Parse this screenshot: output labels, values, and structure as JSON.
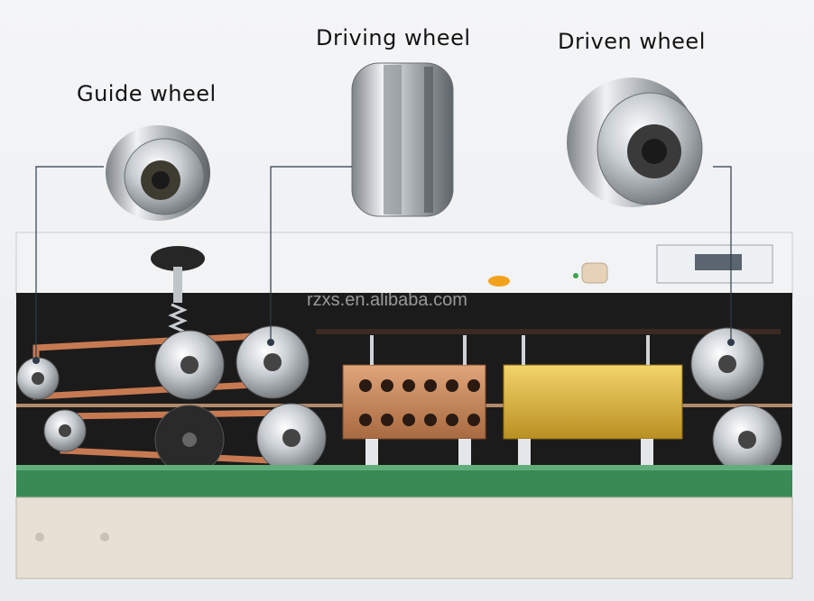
{
  "labels": {
    "guide": "Guide wheel",
    "driving": "Driving wheel",
    "driven": "Driven wheel"
  },
  "watermark": "rzxs.en.alibaba.com",
  "colors": {
    "machine_body": "#d9dee3",
    "dark_panel": "#1b1b1b",
    "belt": "#c77a52",
    "brass": "#d8b23a",
    "copper": "#c98a5c",
    "conveyor": "#3a8a55",
    "base": "#e7e0d4",
    "leader_line": "#2f3b4a"
  }
}
